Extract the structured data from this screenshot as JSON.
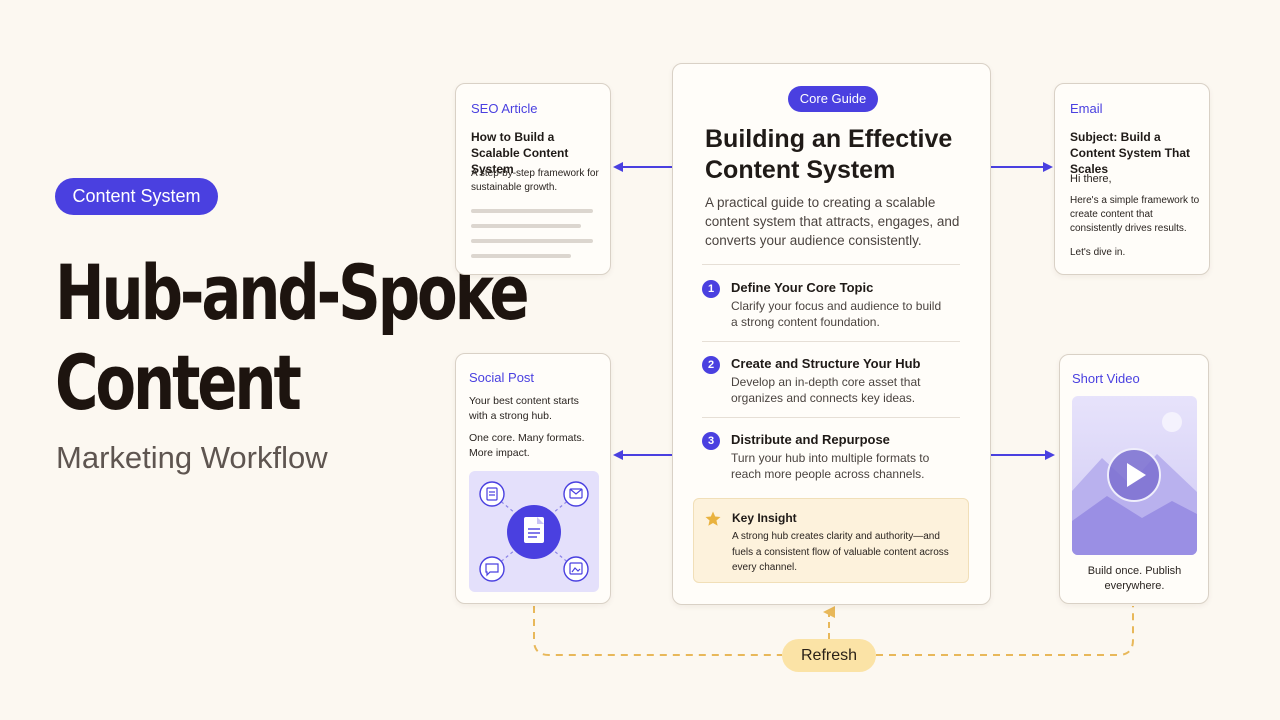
{
  "left": {
    "tag": "Content System",
    "title_line1": "Hub-and-Spoke",
    "title_line2": "Content",
    "subtitle": "Marketing Workflow"
  },
  "seo": {
    "label": "SEO Article",
    "heading": "How to Build a Scalable Content System",
    "text": "A step-by-step framework for sustainable growth."
  },
  "social": {
    "label": "Social Post",
    "text1": "Your best content starts with a strong hub.",
    "text2": "One core. Many formats. More impact."
  },
  "core": {
    "pill": "Core Guide",
    "title": "Building an Effective Content System",
    "description": "A practical guide to creating a scalable content system that attracts, engages, and converts your audience consistently.",
    "steps": [
      {
        "num": "1",
        "title": "Define Your Core Topic",
        "desc": "Clarify your focus and audience to build a strong content foundation."
      },
      {
        "num": "2",
        "title": "Create and Structure Your Hub",
        "desc": "Develop an in-depth core asset that organizes and connects key ideas."
      },
      {
        "num": "3",
        "title": "Distribute and Repurpose",
        "desc": "Turn your hub into multiple formats to reach more people across channels."
      }
    ],
    "insight_title": "Key Insight",
    "insight_text": "A strong hub creates clarity and authority—and fuels a consistent flow of valuable content across every channel."
  },
  "email": {
    "label": "Email",
    "subject": "Subject: Build a Content System That Scales",
    "greeting": "Hi there,",
    "body": "Here's a simple framework to create content that consistently drives results.",
    "closing": "Let's dive in."
  },
  "video": {
    "label": "Short Video",
    "caption": "Build once. Publish everywhere."
  },
  "refresh": "Refresh",
  "colors": {
    "background": "#fcf8f1",
    "accent": "#4a40e0",
    "insight_bg": "#fdf2dc",
    "refresh_bg": "#fbe3a6",
    "dashed_line": "#e8b85a"
  }
}
